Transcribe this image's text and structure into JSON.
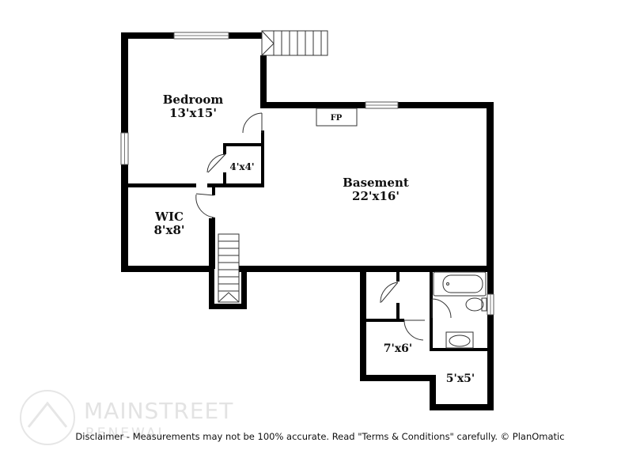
{
  "rooms": [
    {
      "name": "Bedroom",
      "dims": "13'x15'"
    },
    {
      "name": "Basement",
      "dims": "22'x16'"
    },
    {
      "name": "WIC",
      "dims": "8'x8'"
    },
    {
      "name": "",
      "dims": "4'x4'"
    },
    {
      "name": "",
      "dims": "7'x6'"
    },
    {
      "name": "",
      "dims": "5'x5'"
    }
  ],
  "fireplace_label": "FP",
  "watermark": {
    "brand": "MAINSTREET",
    "sub": "RENEWAL"
  },
  "disclaimer": "Disclaimer - Measurements may not be 100% accurate. Read \"Terms & Conditions\" carefully. © PlanOmatic",
  "colors": {
    "wall": "#000000",
    "watermark": "#e3e3e3"
  }
}
